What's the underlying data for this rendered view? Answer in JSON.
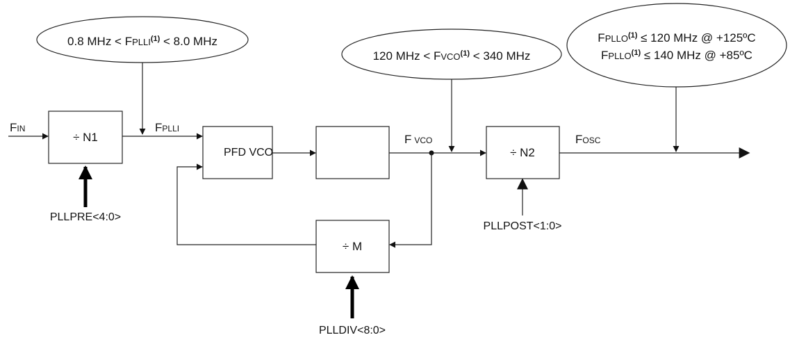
{
  "diagram": {
    "constraints": {
      "fplli": {
        "pre": "0.8 MHz < F",
        "sc": "PLLI",
        "sup": "(1)",
        "post": " < 8.0 MHz"
      },
      "fvco": {
        "pre": "120 MHz < F",
        "sc": "VCO",
        "sup": "(1)",
        "post": " < 340 MHz"
      },
      "fpllo_line1": {
        "pre": "F",
        "sc": "PLLO",
        "sup": "(1)",
        "post": " ≤ 120 MHz @ +125ºC"
      },
      "fpllo_line2": {
        "pre": "F",
        "sc": "PLLO",
        "sup": "(1)",
        "post": " ≤ 140 MHz @ +85ºC"
      }
    },
    "blocks": {
      "n1": "÷ N1",
      "pfd_vco": "PFD VCO",
      "n2": "÷ N2",
      "m": "÷ M"
    },
    "signals": {
      "fin": {
        "pre": "F",
        "sc": "IN"
      },
      "fplli": {
        "pre": "F",
        "sc": "PLLI"
      },
      "fvco": {
        "pre": "F",
        "sc": "VCO"
      },
      "fosc": {
        "pre": "F",
        "sc": "OSC"
      }
    },
    "controls": {
      "pllpre": "PLLPRE<4:0>",
      "pllpost": "PLLPOST<1:0>",
      "plldiv": "PLLDIV<8:0>"
    }
  }
}
